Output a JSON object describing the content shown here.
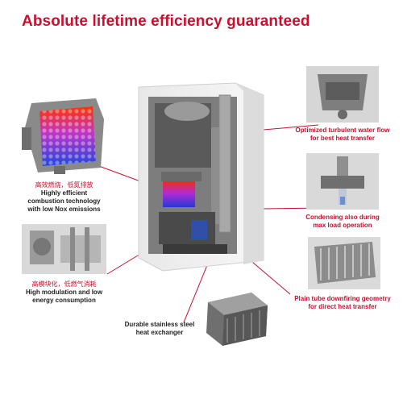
{
  "title": "Absolute lifetime efficiency guaranteed",
  "callouts": {
    "turbulent": {
      "line1": "Optimized turbulent water flow",
      "line2": "for best heat transfer"
    },
    "combustion": {
      "cn": "高效燃烧，低氮排放",
      "line1": "Highly efficient",
      "line2": "combustion technology",
      "line3": "with low Nox emissions"
    },
    "condensing": {
      "line1": "Condensing also during",
      "line2": "max load operation"
    },
    "modulation": {
      "cn": "高模块化，低燃气消耗",
      "line1": "High modulation and low",
      "line2": "energy consumption"
    },
    "plaintube": {
      "line1": "Plain tube downfiring geometry",
      "line2": "for direct heat transfer"
    },
    "stainless": {
      "line1": "Durable stainless steel",
      "line2": "heat exchanger"
    }
  },
  "colors": {
    "accent": "#c8102e",
    "leader": "#c8102e"
  }
}
